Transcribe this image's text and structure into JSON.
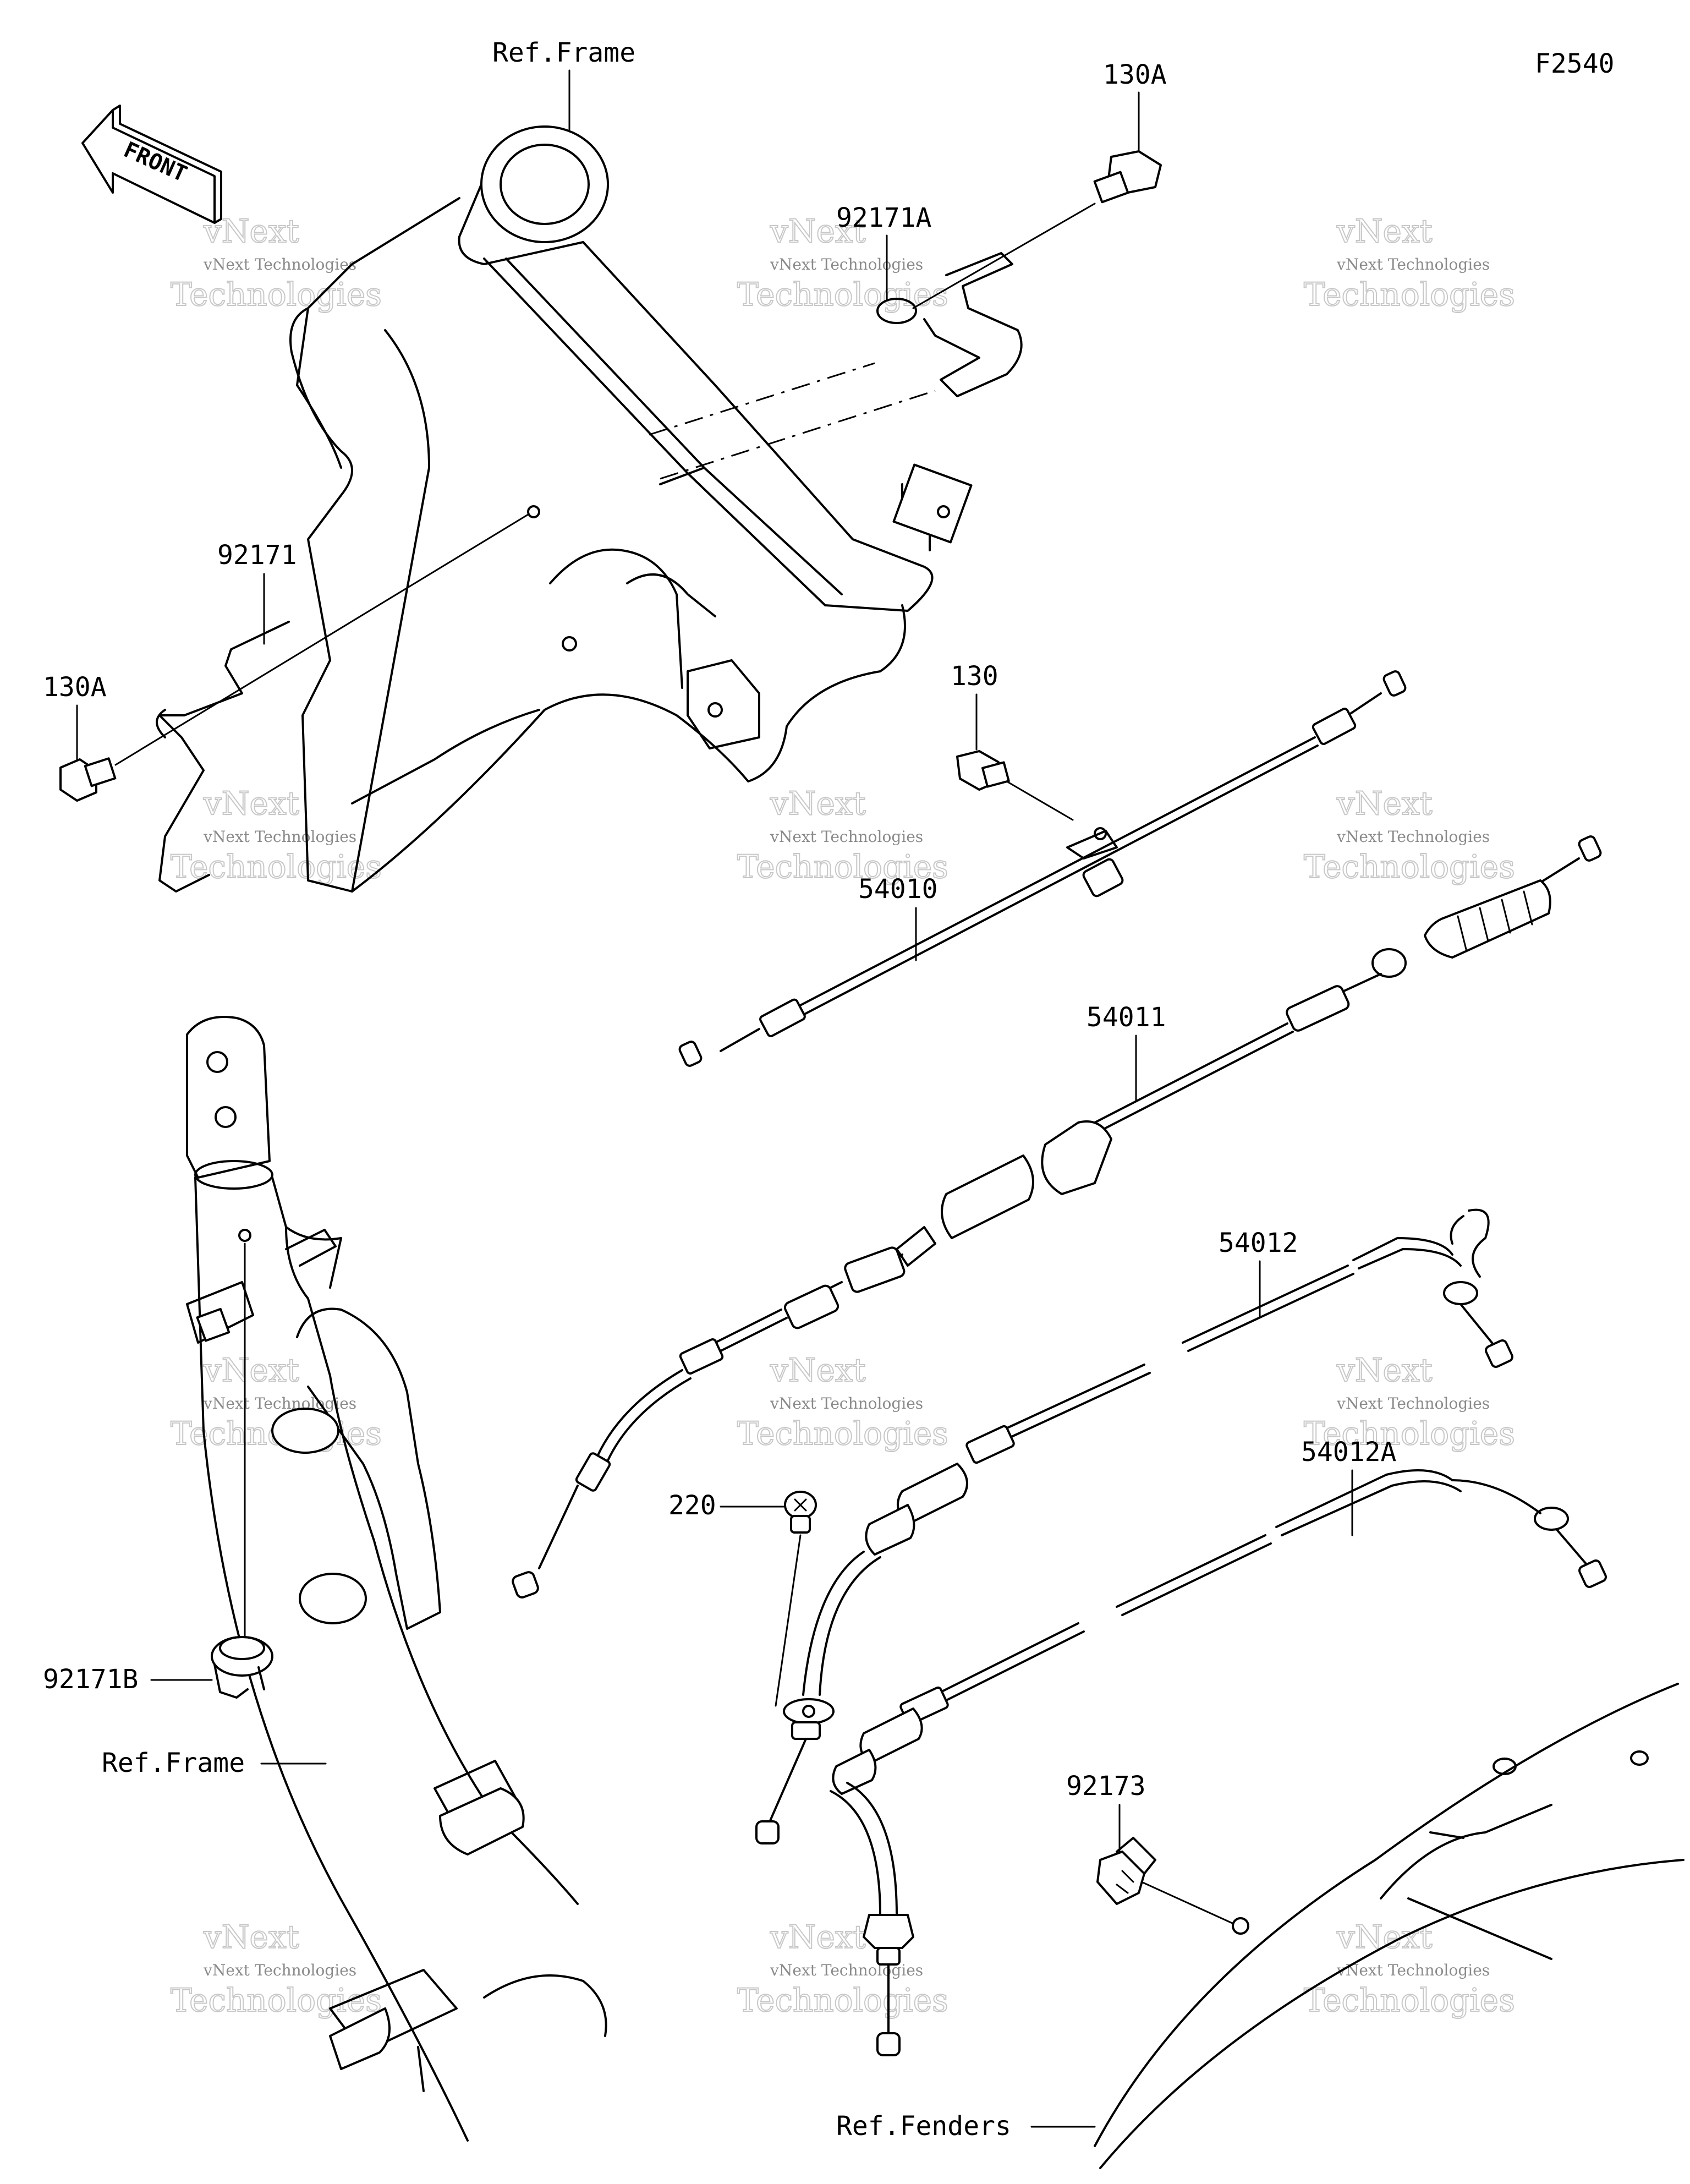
{
  "figure_code": "F2540",
  "front_arrow_text": "FRONT",
  "ref_labels": {
    "frame_top": "Ref.Frame",
    "frame_bottom": "Ref.Frame",
    "fenders": "Ref.Fenders"
  },
  "parts": [
    {
      "id": "130A_top",
      "label": "130A"
    },
    {
      "id": "92171A",
      "label": "92171A"
    },
    {
      "id": "92171",
      "label": "92171"
    },
    {
      "id": "130A_left",
      "label": "130A"
    },
    {
      "id": "130",
      "label": "130"
    },
    {
      "id": "54010",
      "label": "54010"
    },
    {
      "id": "54011",
      "label": "54011"
    },
    {
      "id": "54012",
      "label": "54012"
    },
    {
      "id": "54012A",
      "label": "54012A"
    },
    {
      "id": "220",
      "label": "220"
    },
    {
      "id": "92171B",
      "label": "92171B"
    },
    {
      "id": "92173",
      "label": "92173"
    }
  ],
  "watermark": {
    "line1": "vNext Technologies",
    "line2": "Technologies",
    "line3": "vNext"
  }
}
